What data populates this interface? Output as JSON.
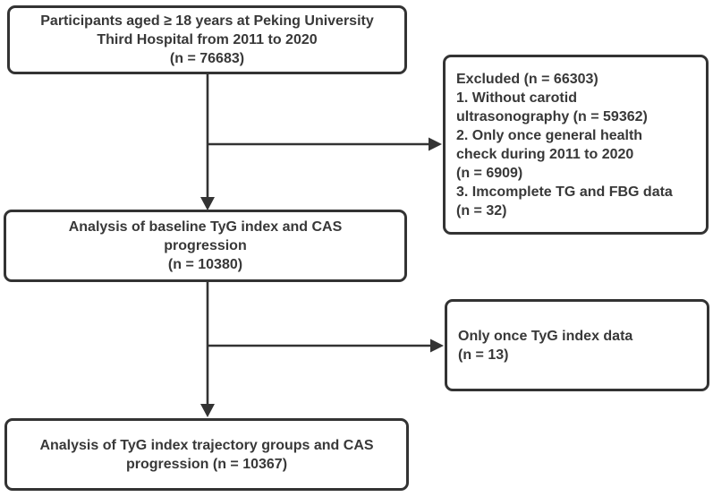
{
  "colors": {
    "background": "#ffffff",
    "border": "#333333",
    "text": "#383838",
    "arrow": "#333333"
  },
  "boxes": {
    "participants": {
      "align": "center",
      "lines": [
        "Participants aged ≥ 18 years at Peking University",
        "Third Hospital from 2011 to 2020",
        "(n = 76683)"
      ]
    },
    "excluded": {
      "align": "left",
      "lines": [
        "Excluded (n = 66303)",
        "1. Without carotid",
        "ultrasonography (n = 59362)",
        "2. Only once general health",
        "check during 2011 to 2020",
        "(n = 6909)",
        "3. Imcomplete TG and FBG data",
        "(n = 32)"
      ]
    },
    "baseline": {
      "align": "center",
      "lines": [
        "Analysis of baseline TyG index and CAS",
        "progression",
        "(n = 10380)"
      ]
    },
    "only_once": {
      "align": "left",
      "lines": [
        "Only once TyG index data",
        "(n = 13)"
      ]
    },
    "trajectory": {
      "align": "center",
      "lines": [
        "Analysis of TyG index trajectory groups and CAS",
        "progression (n = 10367)"
      ]
    }
  },
  "connections": [
    {
      "from": "participants",
      "to": "baseline",
      "style": "arrow-down"
    },
    {
      "from": "participants",
      "to": "excluded",
      "style": "arrow-right-branch"
    },
    {
      "from": "baseline",
      "to": "trajectory",
      "style": "arrow-down"
    },
    {
      "from": "baseline",
      "to": "only_once",
      "style": "arrow-right-branch"
    }
  ]
}
